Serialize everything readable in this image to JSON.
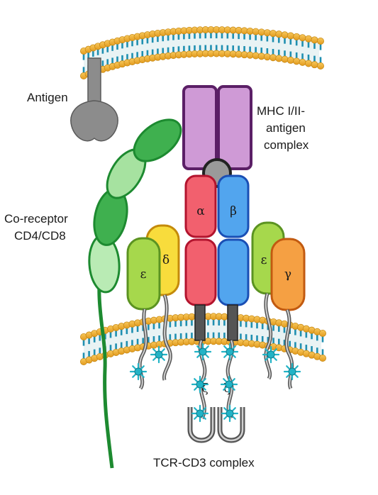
{
  "labels": {
    "antigen": "Antigen",
    "mhc_line1": "MHC I/II-",
    "mhc_line2": "antigen",
    "mhc_line3": "complex",
    "coreceptor_line1": "Co-receptor",
    "coreceptor_line2": "CD4/CD8",
    "tcr_cd3": "TCR-CD3 complex"
  },
  "chains": {
    "alpha": "α",
    "beta": "β",
    "epsilon_left": "ε",
    "delta": "δ",
    "epsilon_right": "ε",
    "gamma": "γ",
    "zeta_left": "ζ",
    "zeta_right": "ζ"
  },
  "colors": {
    "membrane_head": "#f2b43a",
    "membrane_tail": "#1f8fb0",
    "mhc": "#cf9ad6",
    "mhc_border": "#5b1f66",
    "alpha": "#f2606e",
    "beta": "#52a5ee",
    "epsilon": "#a6d84c",
    "delta": "#f8dc3c",
    "gamma": "#f5a043",
    "coreceptor": "#3fb04f",
    "itam": "#22b3c6",
    "antigen": "#8c8c8c"
  }
}
